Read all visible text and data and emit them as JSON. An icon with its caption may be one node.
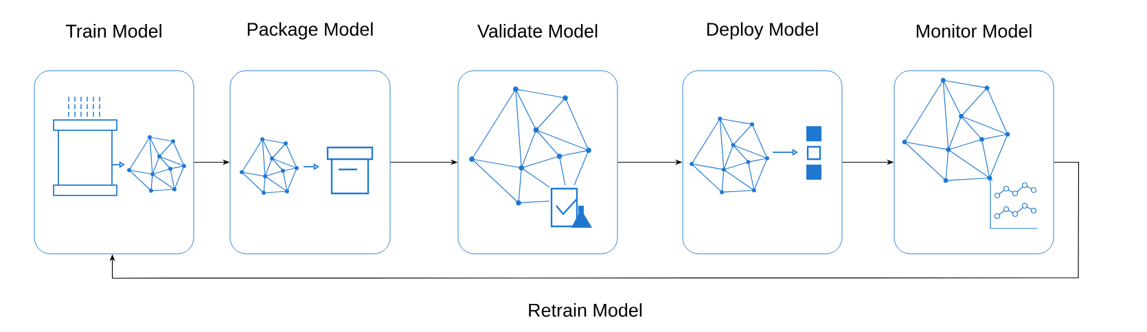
{
  "diagram": {
    "nodes": [
      {
        "text": [
          "Train Model"
        ]
      },
      {
        "text": [
          "Package Model"
        ]
      },
      {
        "text": [
          "Validate Model"
        ]
      },
      {
        "text": [
          "Deploy Model"
        ]
      },
      {
        "text": [
          "Monitor Model"
        ]
      }
    ],
    "edges": [
      {
        "from": 0,
        "to": 1,
        "arrow": "to"
      },
      {
        "from": 1,
        "to": 2,
        "arrow": "to"
      },
      {
        "from": 2,
        "to": 3,
        "arrow": "to"
      },
      {
        "from": 3,
        "to": 4,
        "arrow": "to"
      },
      {
        "from": 4,
        "to": 0,
        "arrow": "to",
        "label": "Retrain Model"
      }
    ]
  }
}
